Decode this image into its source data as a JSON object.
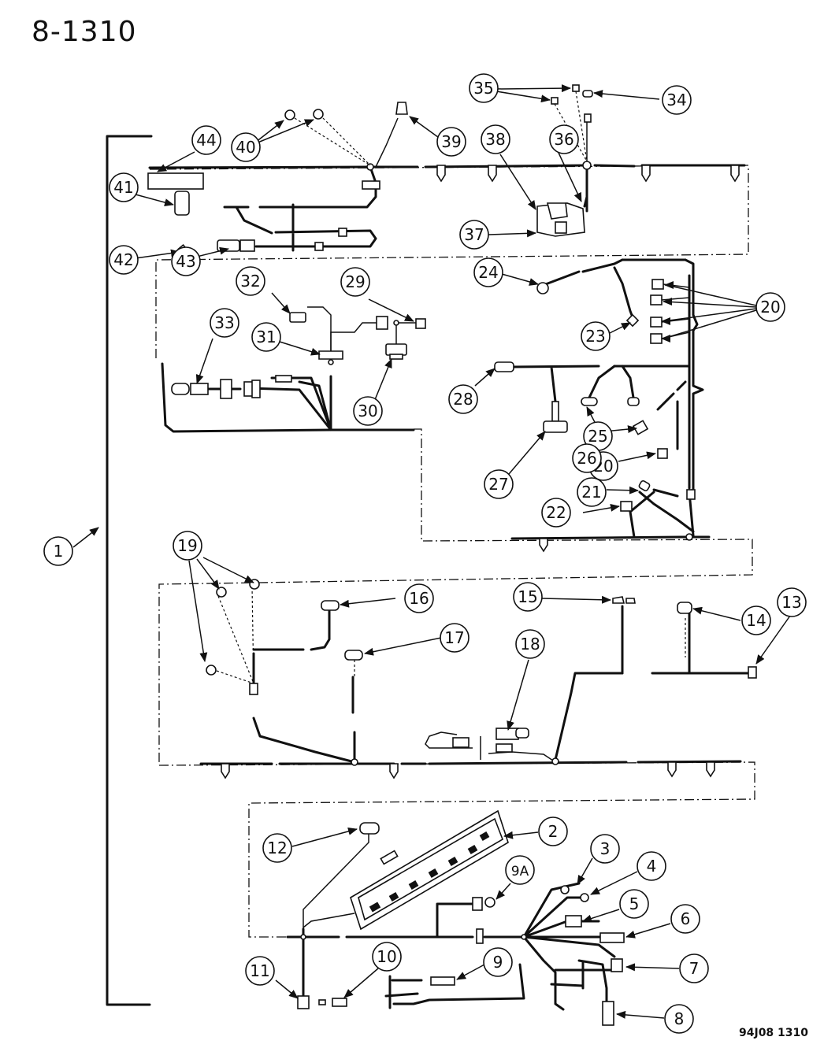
{
  "header": {
    "page_number": "8-1310"
  },
  "footer": {
    "figure_code": "94J08  1310"
  },
  "callouts": {
    "c1": "1",
    "c2": "2",
    "c3": "3",
    "c4": "4",
    "c5": "5",
    "c6": "6",
    "c7": "7",
    "c8": "8",
    "c9": "9",
    "c9a": "9A",
    "c10": "10",
    "c11": "11",
    "c12": "12",
    "c13": "13",
    "c14": "14",
    "c15": "15",
    "c16": "16",
    "c17": "17",
    "c18": "18",
    "c19": "19",
    "c20a": "20",
    "c20b": "20",
    "c21": "21",
    "c22": "22",
    "c23": "23",
    "c24": "24",
    "c25": "25",
    "c26": "26",
    "c27": "27",
    "c28": "28",
    "c29": "29",
    "c30": "30",
    "c31": "31",
    "c32": "32",
    "c33": "33",
    "c34": "34",
    "c35": "35",
    "c36": "36",
    "c37": "37",
    "c38": "38",
    "c39": "39",
    "c40": "40",
    "c41": "41",
    "c42": "42",
    "c43": "43",
    "c44": "44"
  }
}
